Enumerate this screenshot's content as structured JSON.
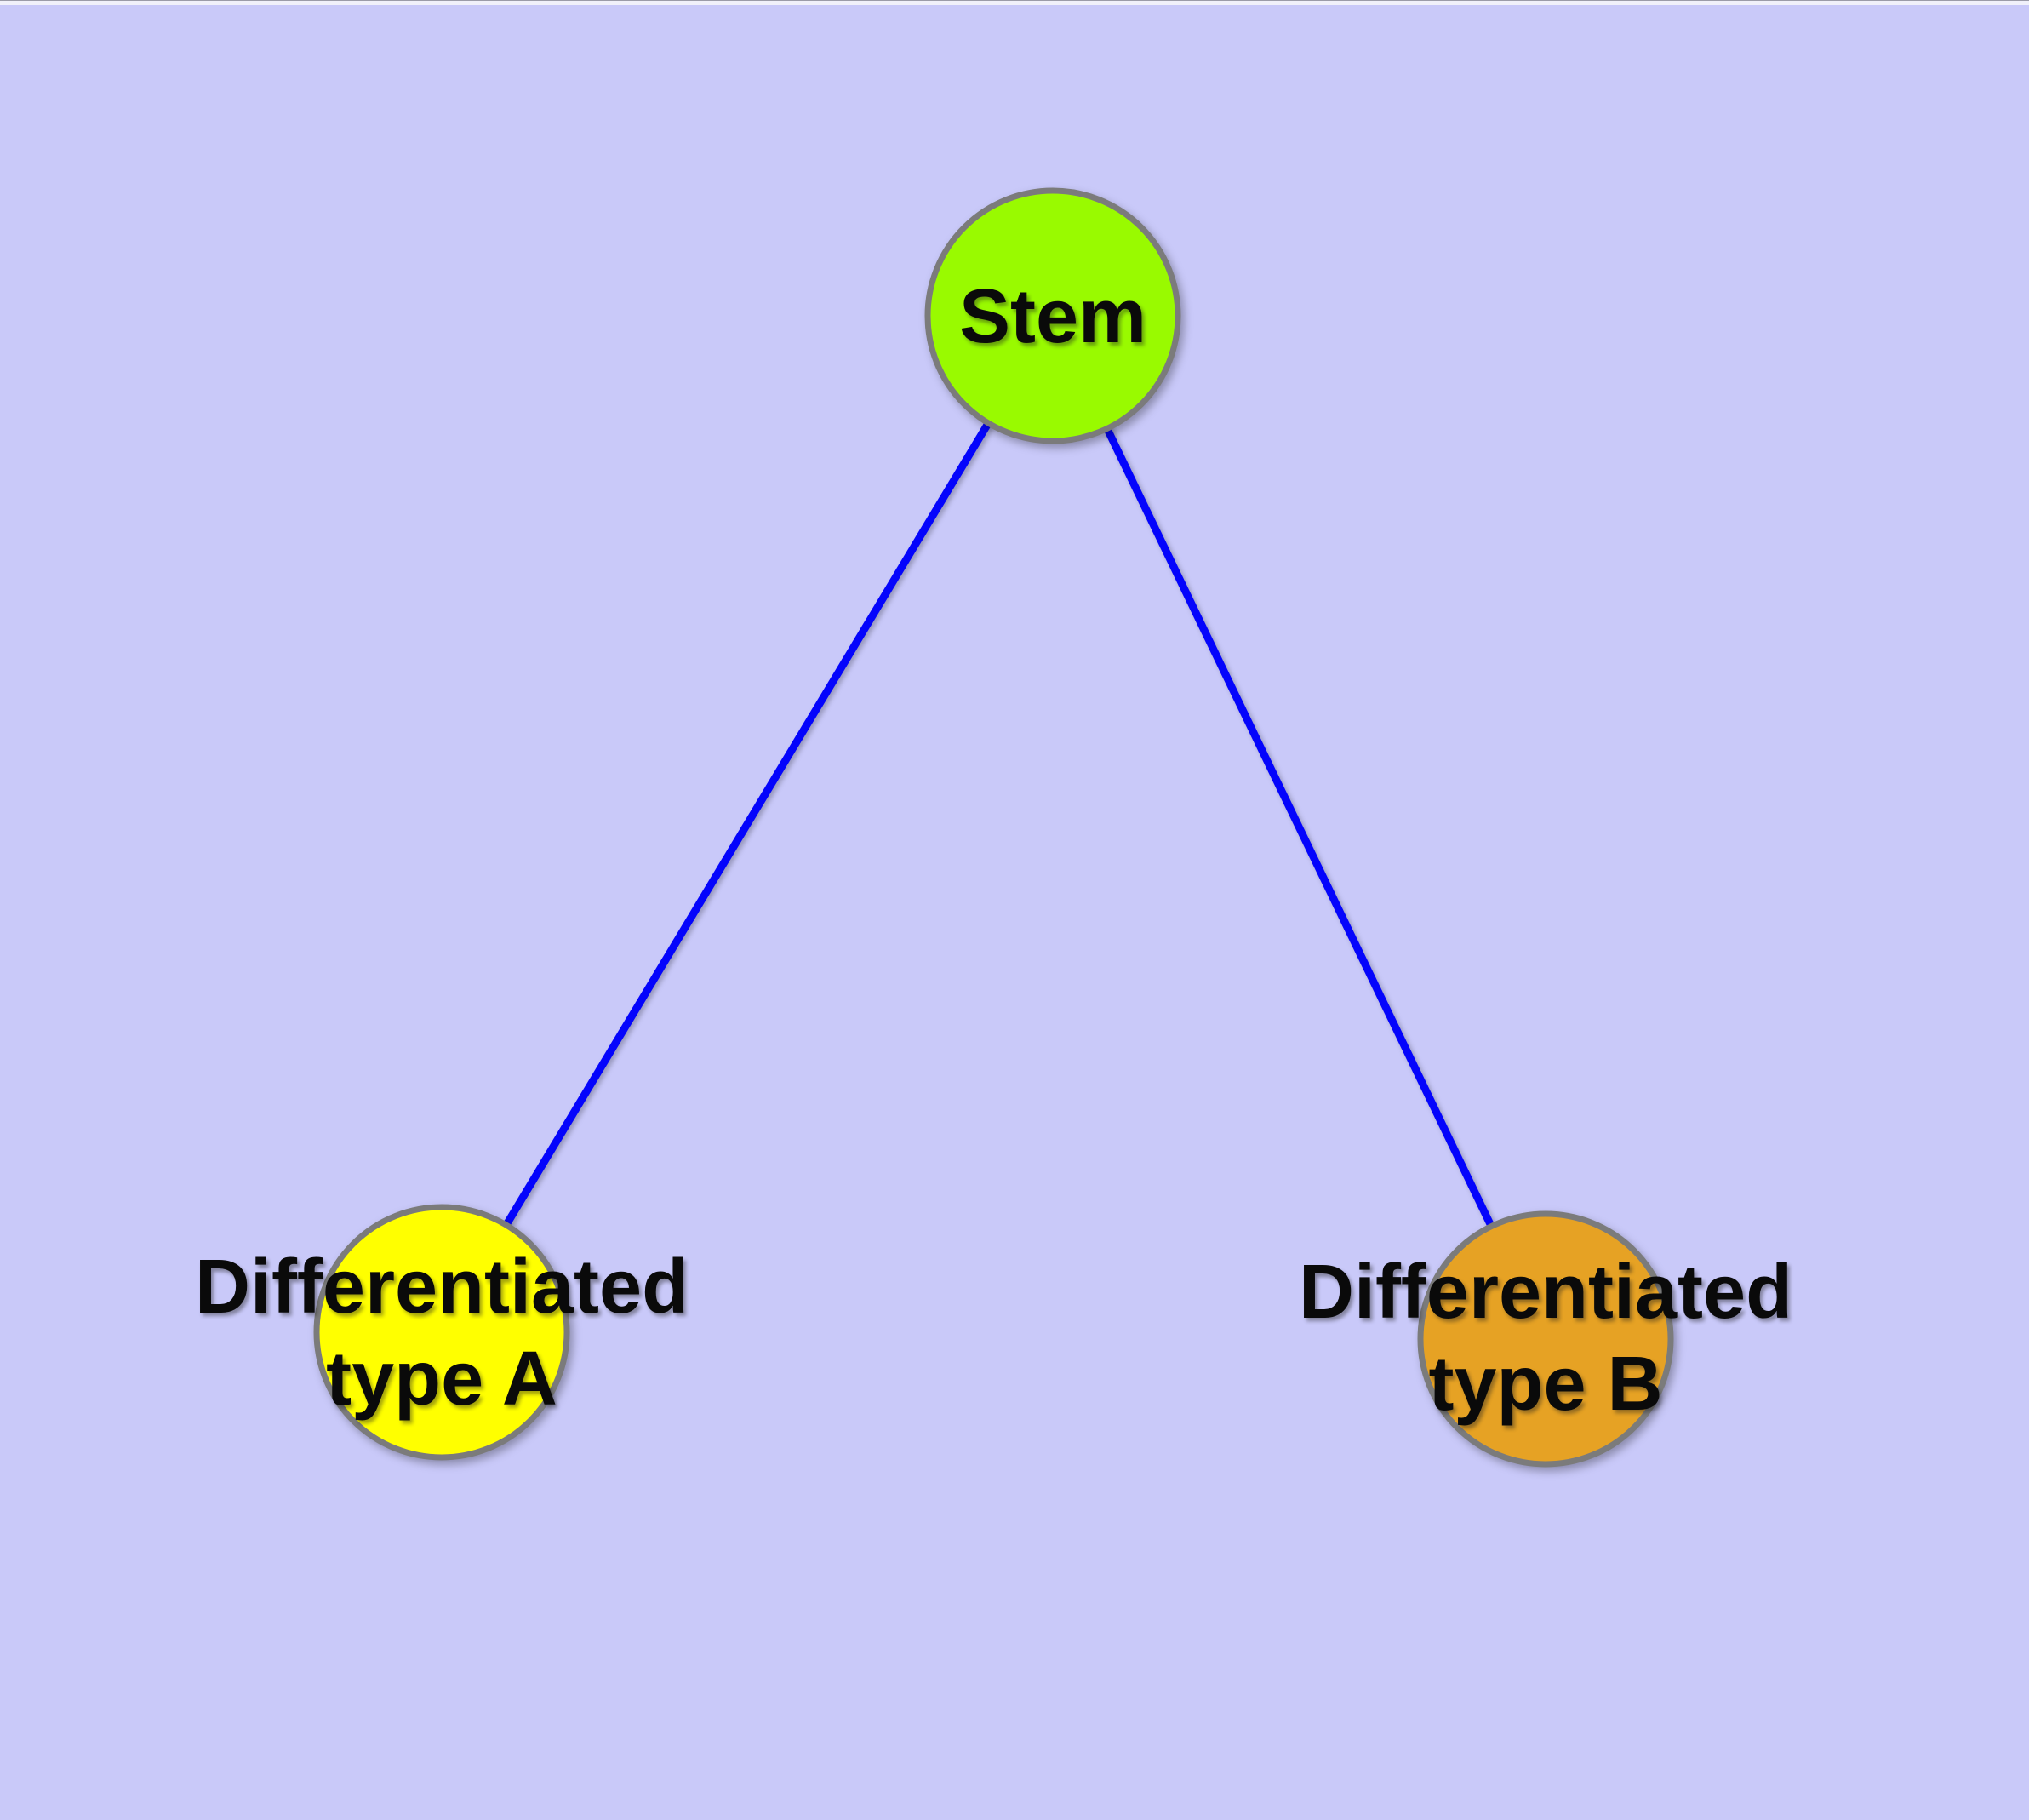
{
  "window": {
    "top_edge_color": "#F0F0FA"
  },
  "colors": {
    "background": "#C9C9F9",
    "edge": "#0404FC",
    "node_border": "#7B7B7B",
    "label_text": "#0A0A0A"
  },
  "diagram": {
    "nodes": [
      {
        "id": "stem",
        "label": "Stem",
        "label_lines": [
          "Stem"
        ],
        "fill": "#99FA00"
      },
      {
        "id": "differentiated-type-a",
        "label": "Differentiated type A",
        "label_lines": [
          "Differentiated",
          "type A"
        ],
        "fill": "#FFFF00"
      },
      {
        "id": "differentiated-type-b",
        "label": "Differentiated type B",
        "label_lines": [
          "Differentiated",
          "type B"
        ],
        "fill": "#E6A224"
      }
    ],
    "edges": [
      {
        "from": "stem",
        "to": "differentiated-type-a"
      },
      {
        "from": "stem",
        "to": "differentiated-type-b"
      }
    ]
  }
}
